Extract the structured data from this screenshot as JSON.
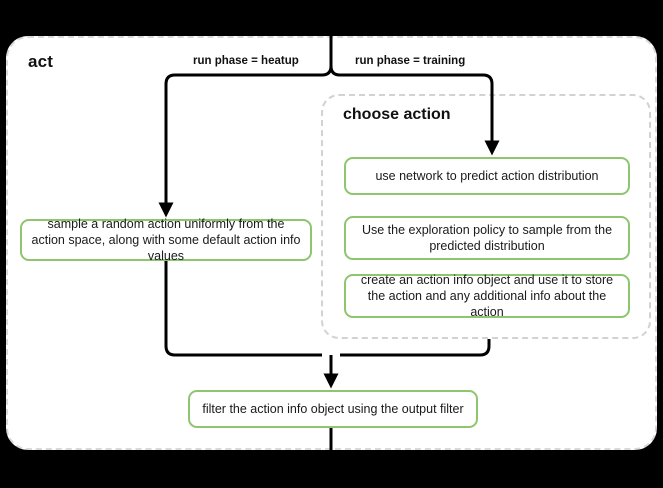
{
  "diagram": {
    "title": "act",
    "subgraph_title": "choose\naction",
    "accent_color": "#8ec56f",
    "container_border_color": "#d9d9d9",
    "connector_color": "#000000",
    "background": "#ffffff"
  },
  "edge_labels": {
    "heatup": "run phase = heatup",
    "training": "run phase = training"
  },
  "nodes": {
    "sample_random": "sample a random action uniformly from the action space, along with some default action info values",
    "use_network": "use network to predict action distribution",
    "exploration_policy": "Use the exploration policy to sample from the predicted distribution",
    "create_action_info": "create an action info object and use it to store the action and any additional info about the action",
    "filter_output": "filter the action info object using the output filter"
  }
}
